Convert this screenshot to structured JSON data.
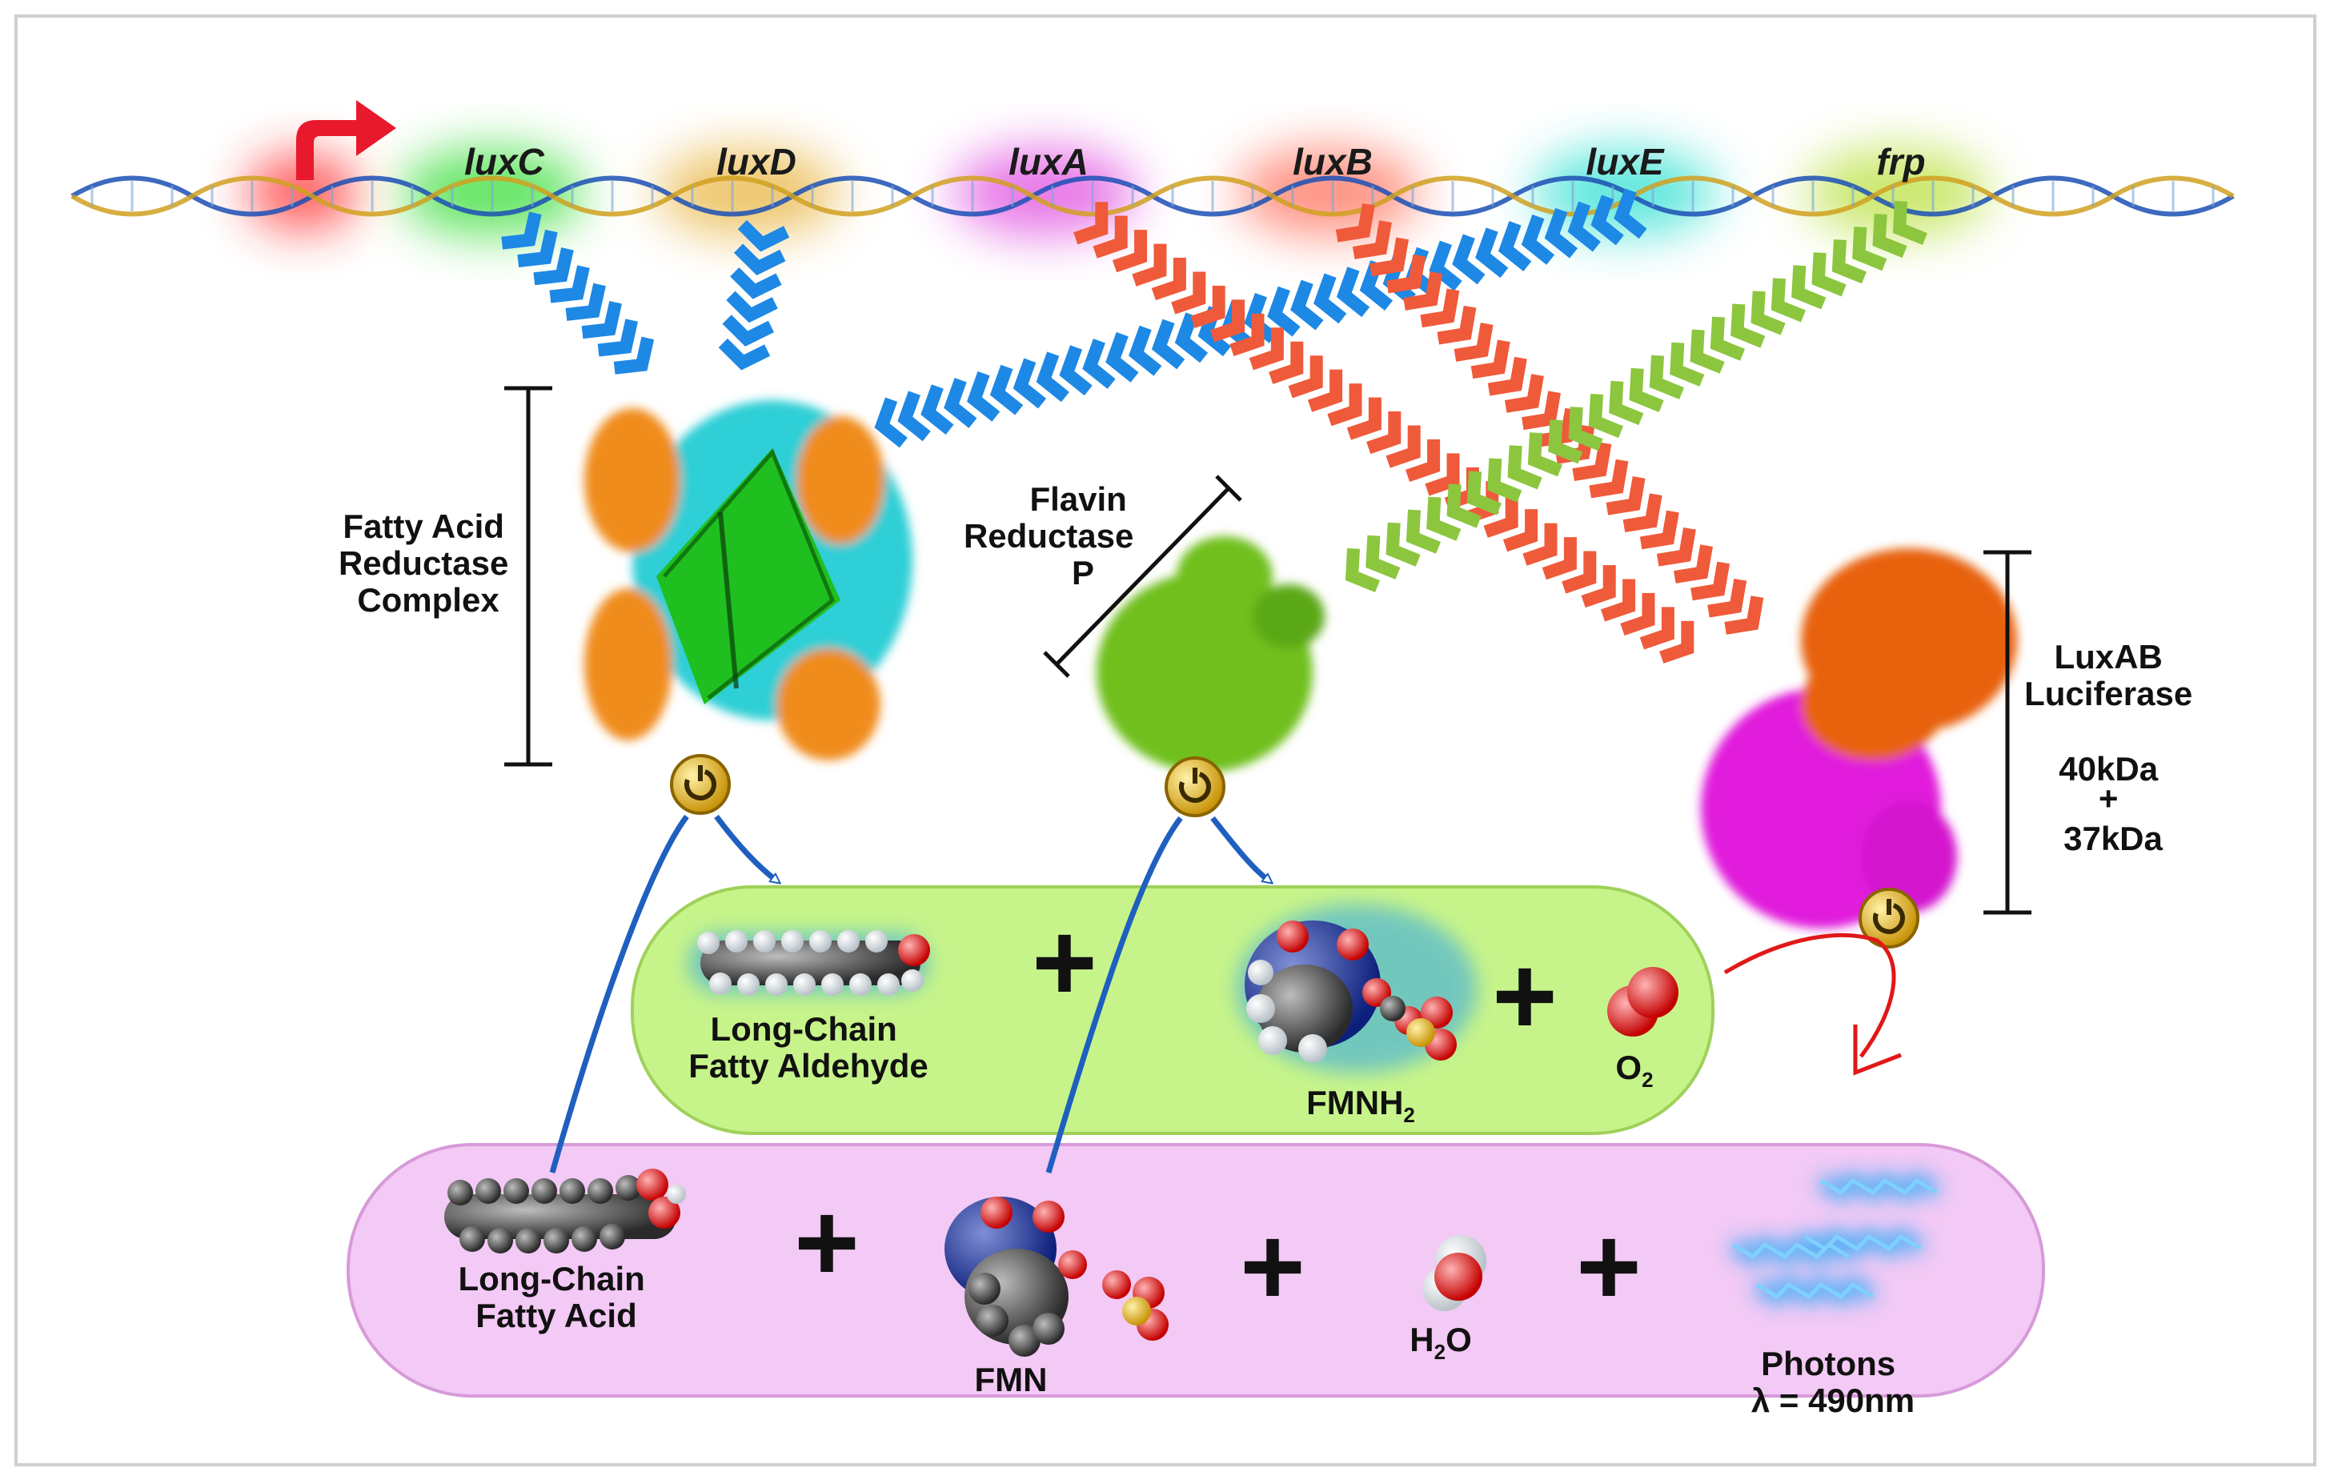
{
  "genes": [
    {
      "label": "luxC",
      "color": "#2fcc2f"
    },
    {
      "label": "luxD",
      "color": "#d4a02a"
    },
    {
      "label": "luxA",
      "color": "#d23bd2"
    },
    {
      "label": "luxB",
      "color": "#f07a2a"
    },
    {
      "label": "luxE",
      "color": "#1fd2c8"
    },
    {
      "label": "frp",
      "color": "#9ac62a"
    }
  ],
  "proteins": {
    "fatty_acid_reductase": {
      "label_lines": [
        "Fatty Acid",
        "Reductase",
        "Complex"
      ]
    },
    "flavin_reductase": {
      "label_lines": [
        "Flavin",
        "Reductase",
        "P"
      ]
    },
    "luciferase": {
      "label_lines": [
        "LuxAB",
        "Luciferase",
        "",
        "40kDa",
        "+",
        "37kDa"
      ]
    }
  },
  "substrates": {
    "aldehyde": {
      "label_lines": [
        "Long-Chain",
        "Fatty Aldehyde"
      ]
    },
    "fmnh2": {
      "label": "FMNH",
      "subscript": "2"
    },
    "o2": {
      "label": "O",
      "subscript": "2"
    }
  },
  "products": {
    "fatty_acid": {
      "label_lines": [
        "Long-Chain",
        "Fatty Acid"
      ]
    },
    "fmn": {
      "label": "FMN"
    },
    "water": {
      "label_pre": "H",
      "subscript": "2",
      "label_post": "O"
    },
    "photons": {
      "label_lines": [
        "Photons",
        "λ = 490nm"
      ]
    }
  },
  "operators": {
    "plus": "+"
  },
  "colors": {
    "reactant_band": "#c7f48a",
    "product_band": "#f3c9f5",
    "arrow_blue": "#1e88e5",
    "arrow_red": "#ef5a3a",
    "arrow_green": "#8cc63f",
    "promoter_red": "#e8192c",
    "power_gold": "#f0c21e",
    "reaction_line_blue": "#1f5fbf"
  }
}
